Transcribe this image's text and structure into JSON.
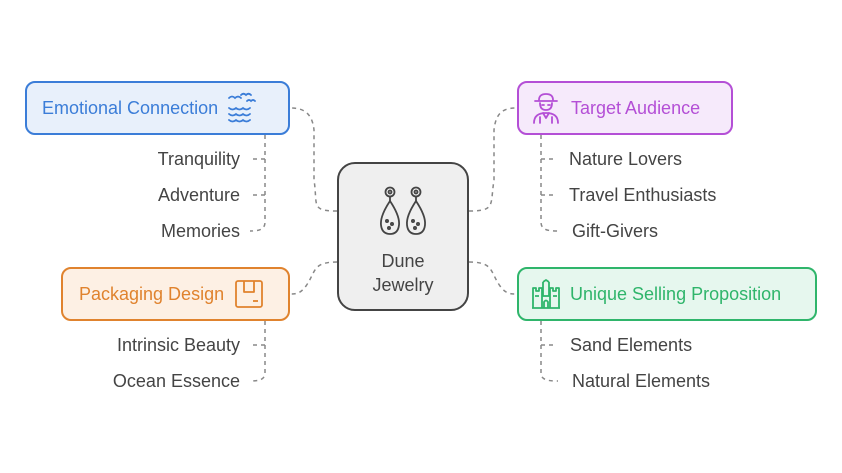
{
  "center": {
    "title_line1": "Dune",
    "title_line2": "Jewelry",
    "icon": "earrings-icon",
    "color": "#444444"
  },
  "branches": {
    "emotional": {
      "title": "Emotional Connection",
      "icon": "sea-birds-waves-icon",
      "color": "#3b7dd8",
      "fill": "#e8f0fb",
      "items": [
        "Tranquility",
        "Adventure",
        "Memories"
      ]
    },
    "packaging": {
      "title": "Packaging Design",
      "icon": "package-box-icon",
      "color": "#e0832e",
      "fill": "#fdf0e4",
      "items": [
        "Intrinsic Beauty",
        "Ocean Essence"
      ]
    },
    "target": {
      "title": "Target Audience",
      "icon": "explorer-person-icon",
      "color": "#b44fd6",
      "fill": "#f6eafb",
      "items": [
        "Nature Lovers",
        "Travel Enthusiasts",
        "Gift-Givers"
      ]
    },
    "usp": {
      "title": "Unique Selling Proposition",
      "icon": "sandcastle-icon",
      "color": "#2fb56b",
      "fill": "#e6f7ee",
      "items": [
        "Sand Elements",
        "Natural Elements"
      ]
    }
  }
}
